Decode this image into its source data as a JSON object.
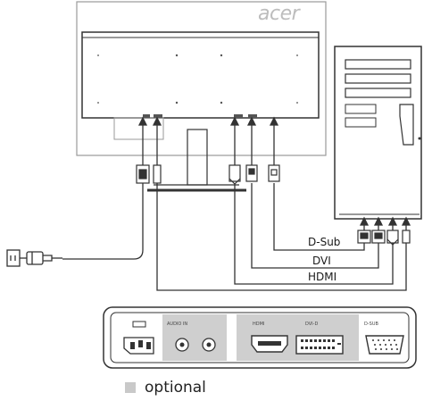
{
  "monitor": {
    "brand": "acer"
  },
  "cables": {
    "dsub_label": "D-Sub",
    "dvi_label": "DVI",
    "hdmi_label": "HDMI"
  },
  "ports": {
    "audio_label": "AUDIO IN",
    "hdmi_label": "HDMI",
    "dvi_label": "DVI-D",
    "vga_label": "D-SUB"
  },
  "legend": {
    "optional_label": "optional",
    "optional_color": "#c9c9c9"
  },
  "colors": {
    "line": "#333333",
    "light": "#9a9a9a",
    "shade": "#cfcfcf"
  }
}
